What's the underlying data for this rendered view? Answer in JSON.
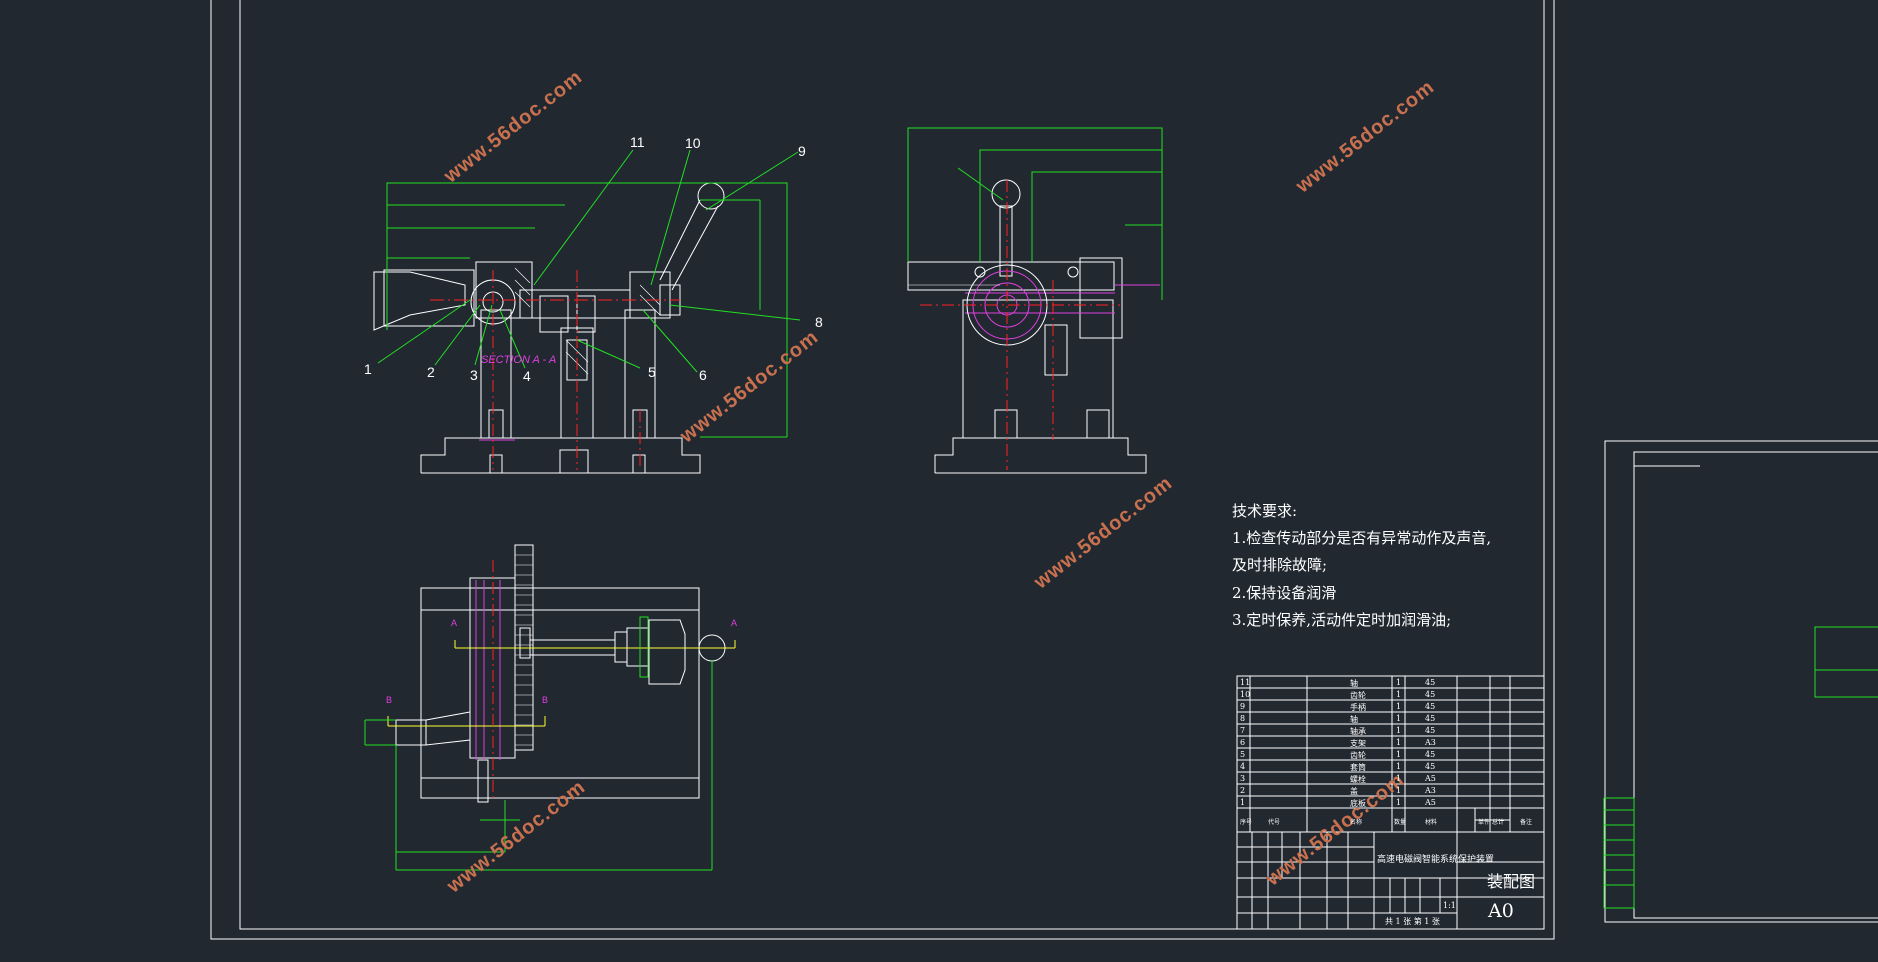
{
  "colors": {
    "background": "#212830",
    "line_white": "#ffffff",
    "dimension_green": "#22e022",
    "centerline_red": "#ff2020",
    "highlight_magenta": "#e040e0",
    "section_yellow": "#ffff30",
    "watermark": "#c9714f"
  },
  "watermarks": [
    "www.56doc.com",
    "www.56doc.com",
    "www.56doc.com",
    "www.56doc.com",
    "www.56doc.com",
    "www.56doc.com"
  ],
  "front_view": {
    "callouts": [
      "1",
      "2",
      "3",
      "4",
      "5",
      "6",
      "8",
      "9",
      "10",
      "11"
    ],
    "section_label": "SECTION A - A"
  },
  "top_view": {
    "section_marks": [
      "A",
      "A",
      "B",
      "B"
    ]
  },
  "technical_requirements": {
    "title": "技术要求:",
    "items": [
      "1.检查传动部分是否有异常动作及声音,",
      "及时排除故障;",
      "2.保持设备润滑",
      "3.定时保养,活动件定时加润滑油;"
    ]
  },
  "parts_list": {
    "rows": [
      {
        "no": "11",
        "name": "轴",
        "qty": "1",
        "material": "45"
      },
      {
        "no": "10",
        "name": "齿轮",
        "qty": "1",
        "material": "45"
      },
      {
        "no": "9",
        "name": "手柄",
        "qty": "1",
        "material": "45"
      },
      {
        "no": "8",
        "name": "轴",
        "qty": "1",
        "material": "45"
      },
      {
        "no": "7",
        "name": "轴承",
        "qty": "1",
        "material": "45"
      },
      {
        "no": "6",
        "name": "支架",
        "qty": "1",
        "material": "A3"
      },
      {
        "no": "5",
        "name": "齿轮",
        "qty": "1",
        "material": "45"
      },
      {
        "no": "4",
        "name": "套筒",
        "qty": "1",
        "material": "45"
      },
      {
        "no": "3",
        "name": "螺栓",
        "qty": "1",
        "material": "A5"
      },
      {
        "no": "2",
        "name": "盖",
        "qty": "1",
        "material": "A3"
      },
      {
        "no": "1",
        "name": "底板",
        "qty": "1",
        "material": "A5"
      }
    ],
    "header": [
      "序号",
      "代号",
      "名称",
      "数量",
      "材料",
      "单件",
      "总计",
      "备注"
    ]
  },
  "title_block": {
    "project_title": "高速电磁阀智能系统保护装置",
    "drawing_name": "装配图",
    "sheet_size": "A0",
    "scale": "1:1",
    "sheet_info": "共 1 张 第 1 张"
  }
}
